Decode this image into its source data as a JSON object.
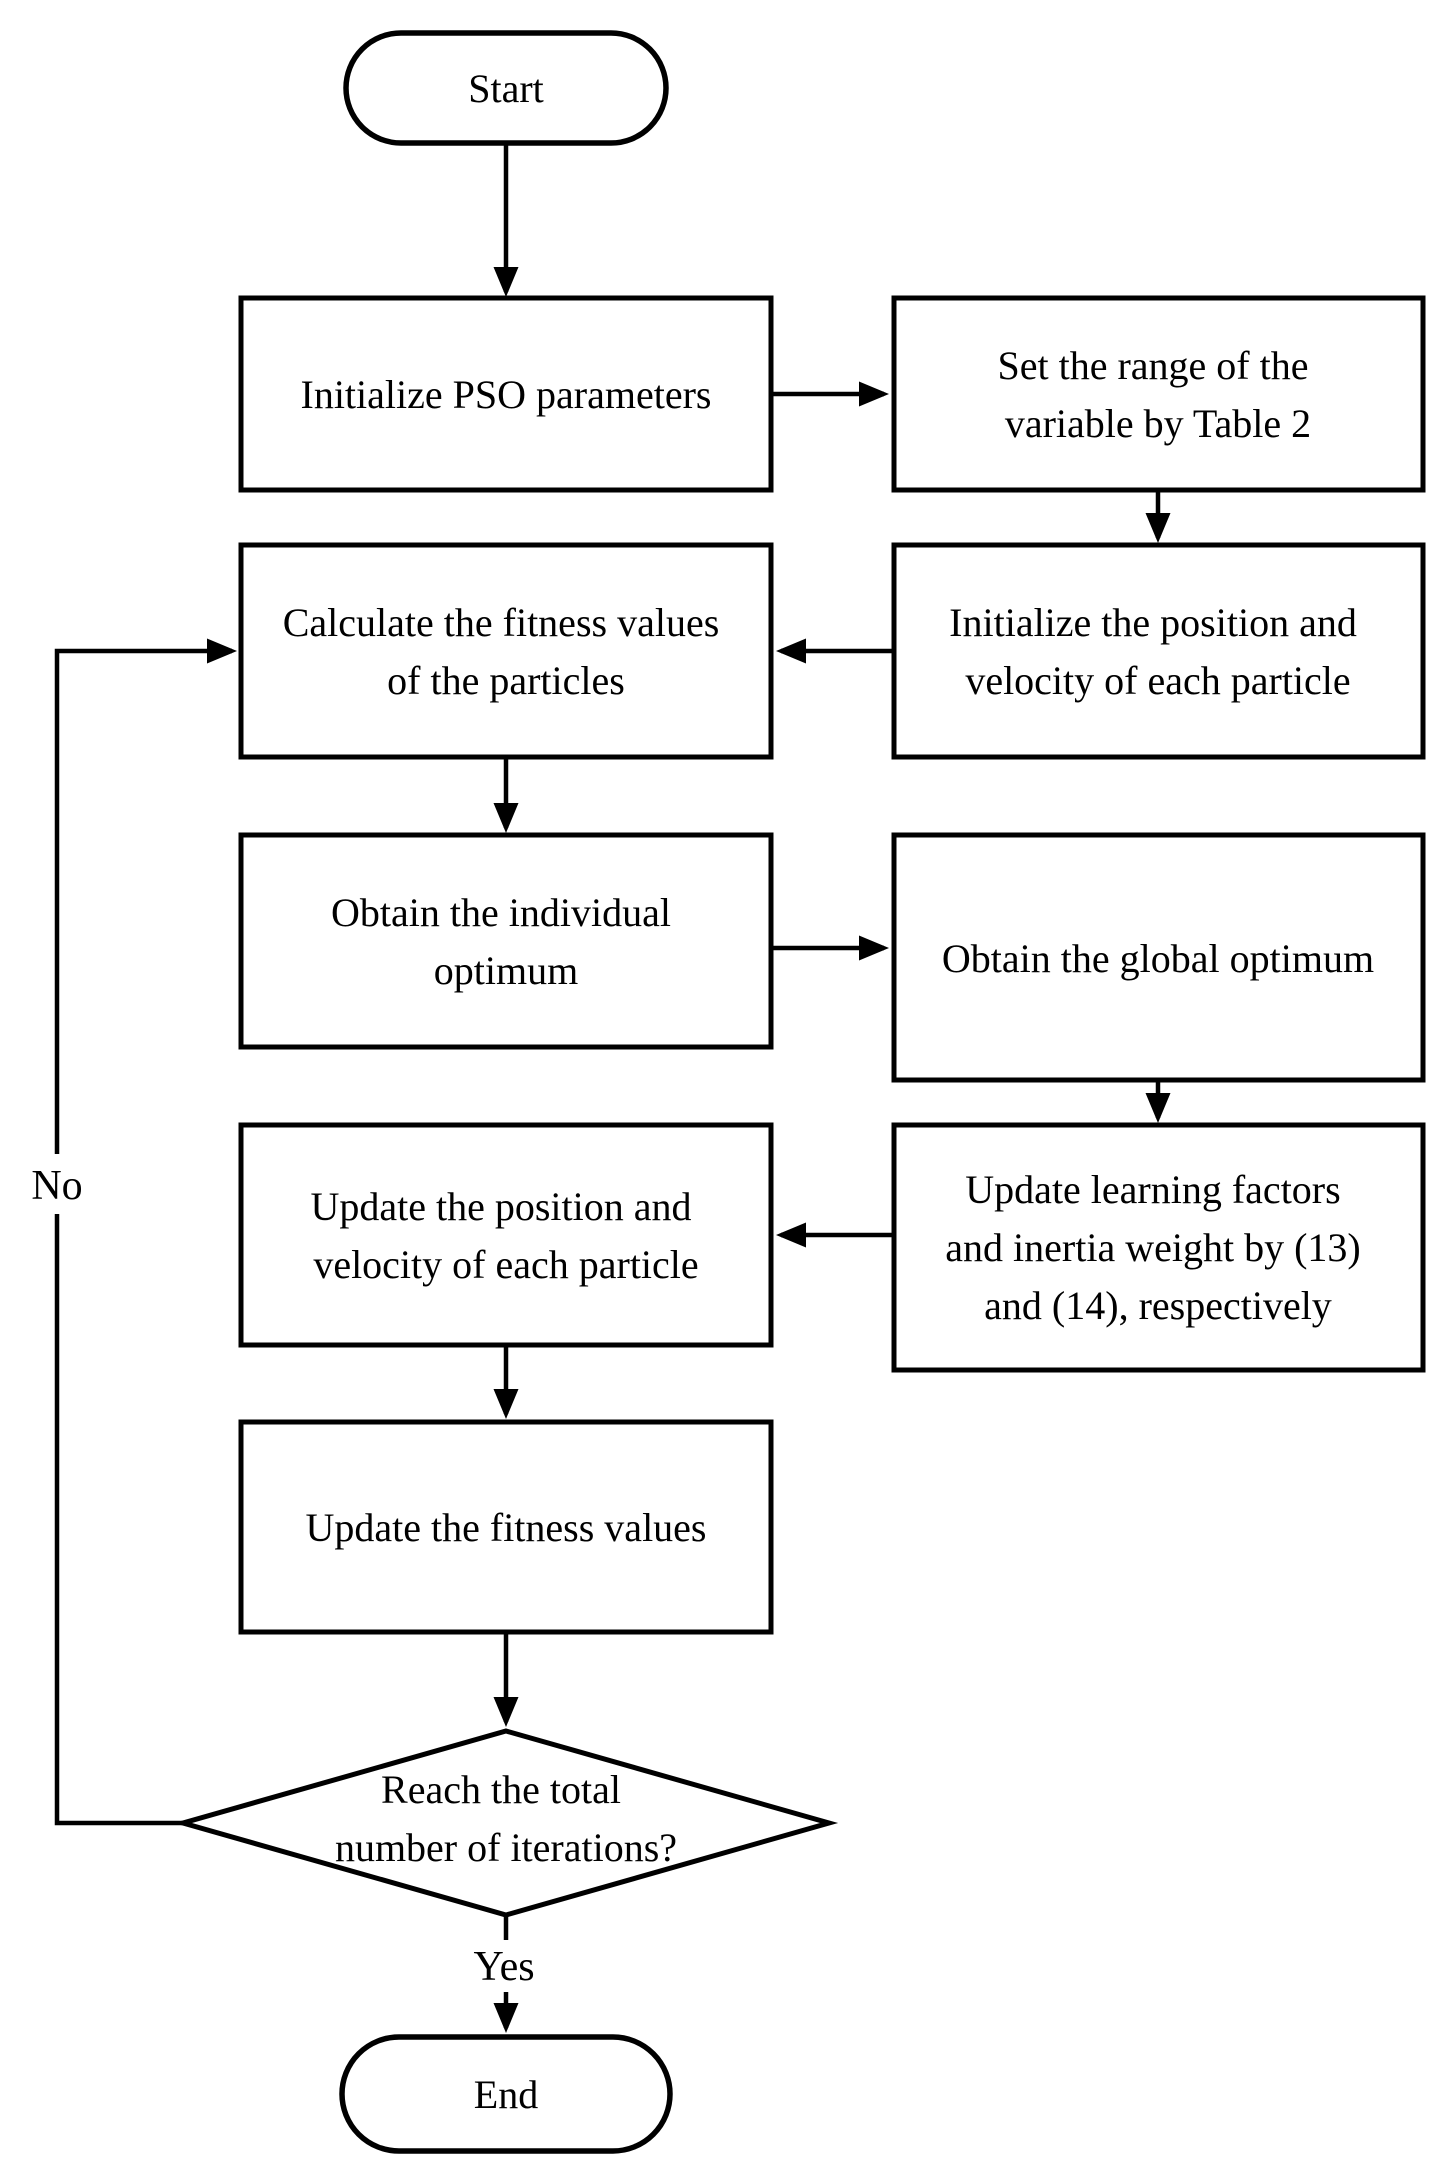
{
  "flowchart": {
    "background_color": "#ffffff",
    "line_color": "#000000",
    "text_color": "#000000",
    "nodes": {
      "start": {
        "shape": "terminator",
        "label": "Start"
      },
      "init_pso": {
        "shape": "process",
        "lines": [
          "Initialize PSO parameters"
        ]
      },
      "set_range": {
        "shape": "process",
        "lines": [
          "Set the range of the",
          "variable by Table 2"
        ]
      },
      "init_particles": {
        "shape": "process",
        "lines": [
          "Initialize the position and",
          "velocity of each particle"
        ]
      },
      "calc_fitness": {
        "shape": "process",
        "lines": [
          "Calculate the fitness values",
          "of the particles"
        ]
      },
      "individual_optimum": {
        "shape": "process",
        "lines": [
          "Obtain the individual",
          "optimum"
        ]
      },
      "global_optimum": {
        "shape": "process",
        "lines": [
          "Obtain the global optimum"
        ]
      },
      "update_factors": {
        "shape": "process",
        "lines": [
          "Update learning factors",
          "and inertia weight by (13)",
          "and (14), respectively"
        ]
      },
      "update_position": {
        "shape": "process",
        "lines": [
          "Update the position and",
          "velocity of each particle"
        ]
      },
      "update_fitness": {
        "shape": "process",
        "lines": [
          "Update the fitness values"
        ]
      },
      "decision": {
        "shape": "decision",
        "lines": [
          "Reach the total",
          "number of iterations?"
        ]
      },
      "end": {
        "shape": "terminator",
        "label": "End"
      }
    },
    "edge_labels": {
      "yes": "Yes",
      "no": "No"
    }
  }
}
